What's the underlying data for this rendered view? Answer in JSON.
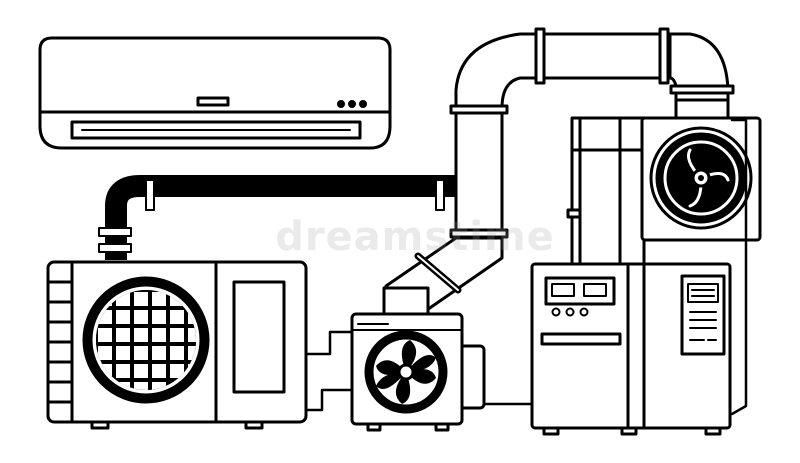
{
  "watermark": "dreamstime",
  "colors": {
    "stroke": "#000000",
    "fill": "#ffffff",
    "watermark": "#a0a0a0"
  },
  "components": [
    "split-wall-indoor-unit",
    "refrigerant-pipe",
    "outdoor-condenser-unit",
    "ventilation-ductwork",
    "wall-mounted-exhaust-fan",
    "small-fan-unit",
    "control-cabinet"
  ]
}
